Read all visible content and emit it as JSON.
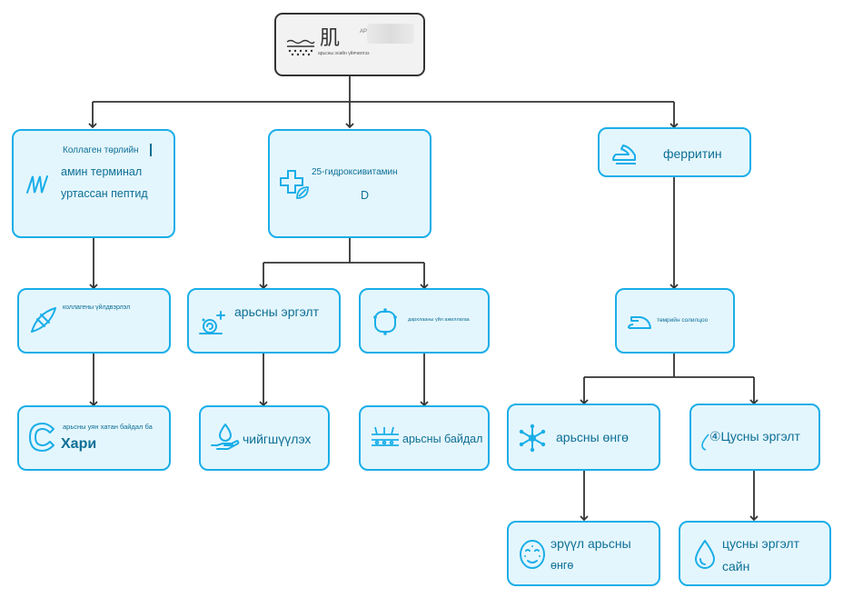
{
  "root": {
    "title": "肌",
    "side_text": "АРЬСНЫ",
    "subtitle": "арьсны эсийн үйлчилгээ",
    "icon": "skin-layers-icon"
  },
  "nodes": {
    "collagen_peptide": {
      "line1": "Коллаген төрлийн",
      "line2": "амин терминал",
      "line3": "уртассан пептид",
      "icon": "helix-icon"
    },
    "vitamin_d": {
      "line1": "25-гидроксивитамин",
      "line2": "D",
      "icon": "medical-cross-leaf-icon"
    },
    "ferritin": {
      "label": "ферритин",
      "icon": "iron-icon"
    },
    "collagen_production": {
      "label": "коллагены үйлдвэрлэл",
      "icon": "dna-icon"
    },
    "skin_renewal": {
      "label": "арьсны эргэлт",
      "icon": "snail-sparkle-icon"
    },
    "barrier_function": {
      "label": "дархлааны үйл ажиллагаа",
      "icon": "cell-icon"
    },
    "iron_saturation": {
      "label": "төмрийн солилцоо",
      "icon": "iron-icon"
    },
    "firmness": {
      "line1": "арьсны уян хатан байдал ба",
      "line2": "Хари",
      "icon": "letter-c-icon"
    },
    "moisture": {
      "label": "чийгшүүлэх",
      "icon": "hand-drop-icon"
    },
    "skin_condition": {
      "label": "арьсны байдал",
      "icon": "skin-hair-icon"
    },
    "skin_tone": {
      "label": "арьсны өнгө",
      "icon": "snowflake-icon"
    },
    "blood_circulation": {
      "label": "④Цусны эргэлт",
      "icon": "drop-outline-icon"
    },
    "healthy_tone": {
      "line1": "эрүүл арьсны",
      "line2": "өнгө",
      "icon": "face-icon"
    },
    "good_circulation": {
      "line1": "цусны эргэлт",
      "line2": "сайн",
      "icon": "drop-icon"
    }
  },
  "colors": {
    "node_fill": "#e4f6fd",
    "node_border": "#1aaee8",
    "node_text": "#0d6f96",
    "root_fill": "#f2f2f2",
    "root_border": "#333333",
    "connector": "#333333"
  }
}
